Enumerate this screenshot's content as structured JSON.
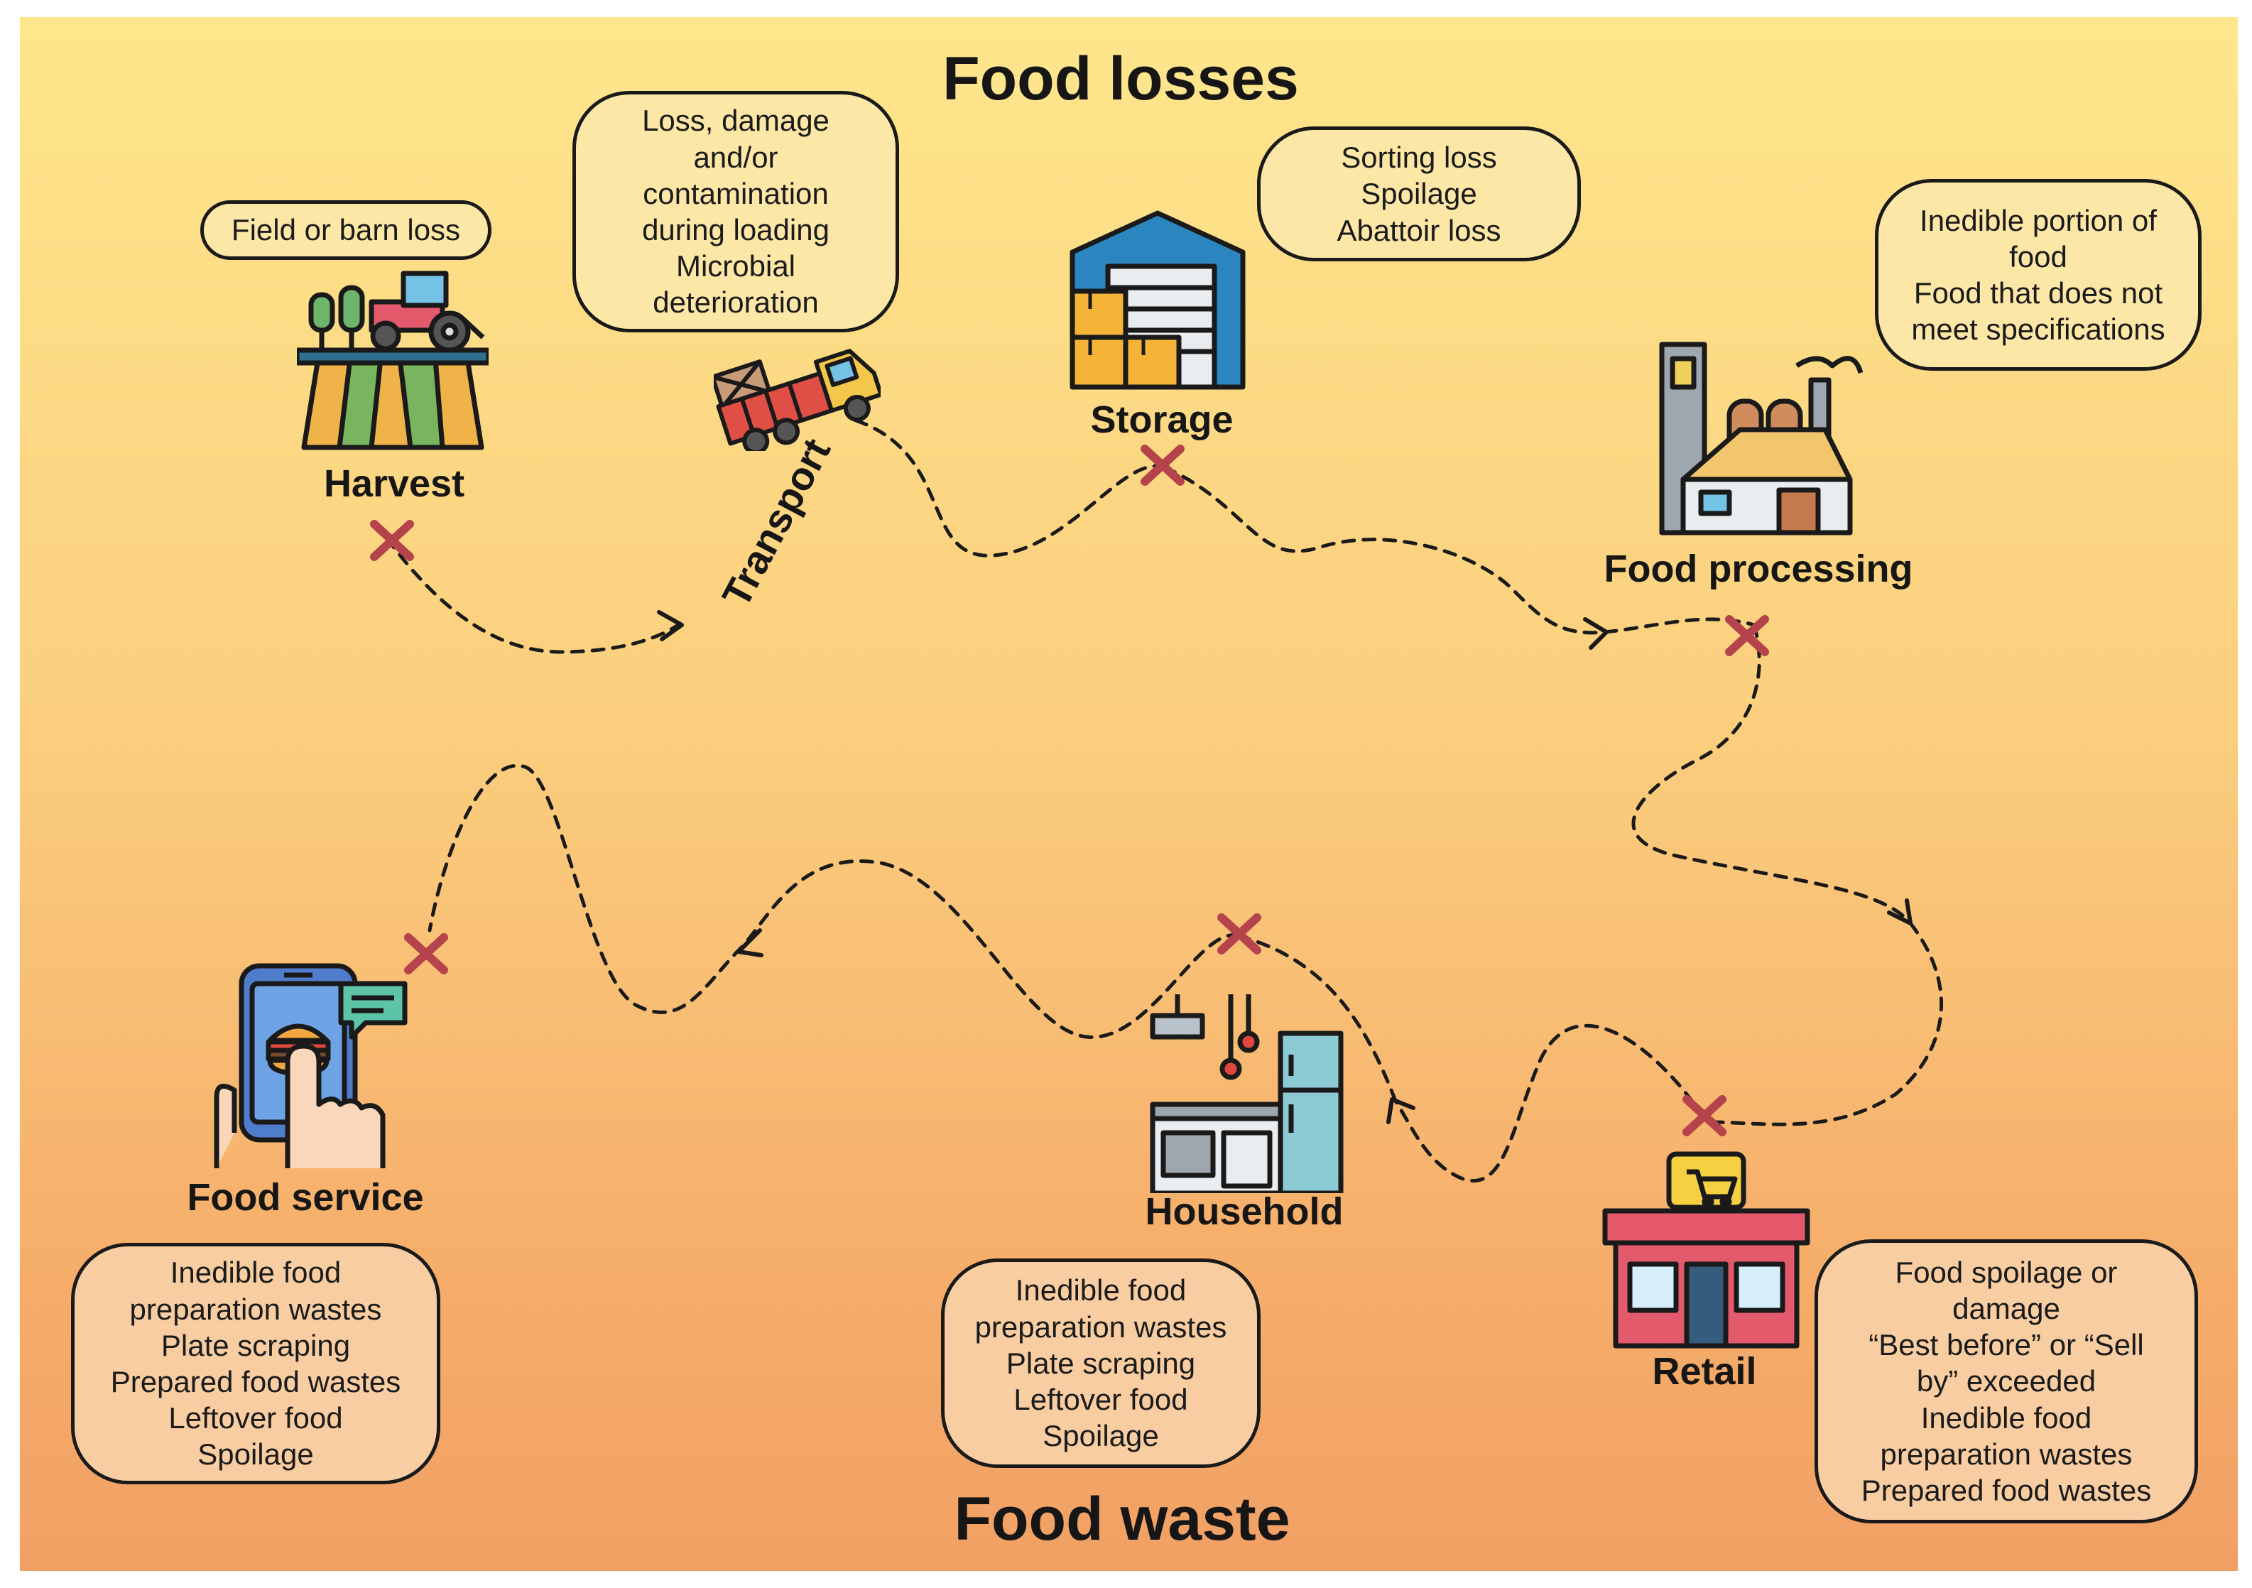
{
  "headings": {
    "top": "Food losses",
    "bottom": "Food waste"
  },
  "stages": {
    "harvest": {
      "label": "Harvest",
      "icon": "tractor-field-icon",
      "notes": [
        "Field or barn loss"
      ]
    },
    "transport": {
      "label": "Transport",
      "icon": "truck-icon",
      "notes": [
        "Loss, damage",
        "and/or",
        "contamination",
        "during loading",
        "Microbial",
        "deterioration"
      ]
    },
    "storage": {
      "label": "Storage",
      "icon": "warehouse-icon",
      "notes": [
        "Sorting loss",
        "Spoilage",
        "Abattoir loss"
      ]
    },
    "processing": {
      "label": "Food processing",
      "icon": "factory-icon",
      "notes": [
        "Inedible portion of",
        "food",
        "Food that does not",
        "meet specifications"
      ]
    },
    "retail": {
      "label": "Retail",
      "icon": "shop-icon",
      "notes": [
        "Food spoilage or",
        "damage",
        "“Best before” or “Sell",
        "by” exceeded",
        "Inedible food",
        "preparation wastes",
        "Prepared food wastes"
      ]
    },
    "household": {
      "label": "Household",
      "icon": "kitchen-icon",
      "notes": [
        "Inedible food",
        "preparation wastes",
        "Plate scraping",
        "Leftover food",
        "Spoilage"
      ]
    },
    "food_service": {
      "label": "Food service",
      "icon": "food-delivery-app-icon",
      "notes": [
        "Inedible food",
        "preparation wastes",
        "Plate scraping",
        "Prepared food wastes",
        "Leftover food",
        "Spoilage"
      ]
    }
  },
  "colors": {
    "background_top": "#FEE68C",
    "background_bottom": "#F1A064",
    "bubble_loss": "#FCE7A6",
    "bubble_waste": "#F8CDA1",
    "loss_marker": "#B5434B",
    "path": "#1a1a1a"
  }
}
